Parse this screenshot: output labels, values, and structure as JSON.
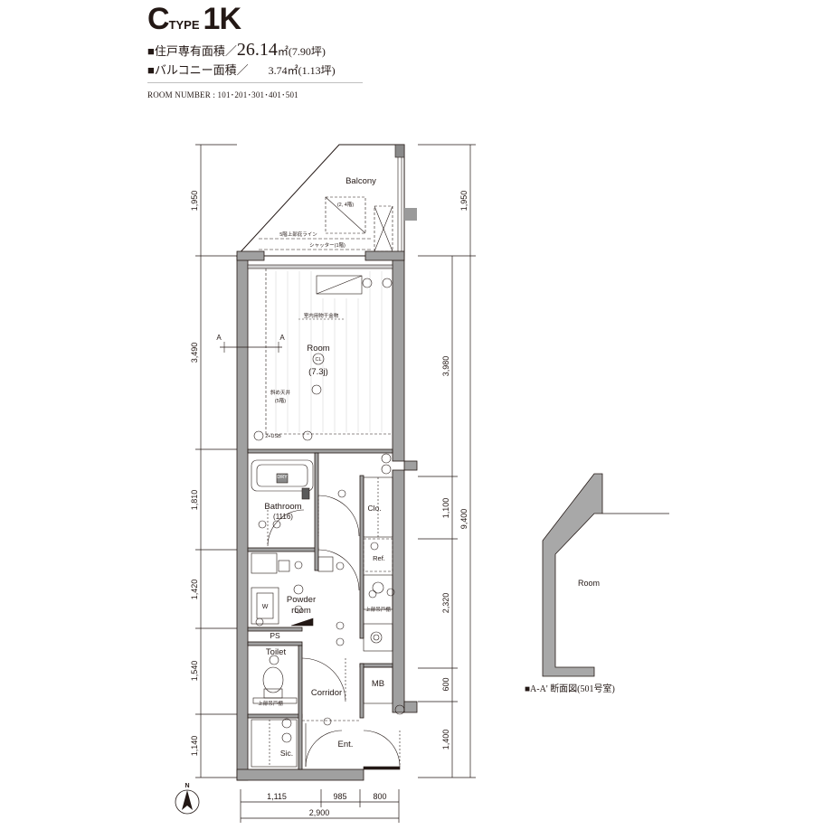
{
  "header": {
    "type_letter": "C",
    "type_word": "TYPE",
    "type_plan": "1K",
    "exclusive_area_label": "■住戸専有面積／",
    "exclusive_area_value": "26.14",
    "exclusive_area_unit": "㎡(7.90坪)",
    "balcony_area_label": "■バルコニー面積／",
    "balcony_area_value": "3.74㎡(1.13坪)",
    "room_number": "ROOM NUMBER : 101･201･301･401･501"
  },
  "plan": {
    "rooms": {
      "balcony": "Balcony",
      "room": "Room",
      "room_size": "(7.3j)",
      "bathroom": "Bathroom",
      "bathroom_size": "(1116)",
      "powder_room_line1": "Powder",
      "powder_room_line2": "room",
      "ps": "PS",
      "toilet": "Toilet",
      "corridor": "Corridor",
      "mb": "MB",
      "entrance": "Ent.",
      "closet": "Clo.",
      "refrigerator": "Ref.",
      "shoe_closet": "Sic.",
      "washer": "W"
    },
    "notes": {
      "floor_note": "(2, 4階)",
      "upper_eave_line": "5階上部庇ライン",
      "shutter": "シャッター(1階)",
      "indoor_hanger": "室内用物干金物",
      "sloped_ceiling_line1": "斜め天井",
      "sloped_ceiling_line2": "(5階)",
      "usb_outlet": "2+USB",
      "upper_cabinet_1": "上部吊戸棚",
      "upper_cabinet_2": "上部吊戸棚",
      "ceiling_light": "CL",
      "dry": "DRY",
      "section_mark": "A",
      "north_mark": "N"
    },
    "dimensions": {
      "left": [
        "1,950",
        "3,490",
        "1,810",
        "1,420",
        "1,540",
        "1,140"
      ],
      "right_outer": [
        "1,950"
      ],
      "right": [
        "3,980",
        "1,100",
        "2,320",
        "600",
        "1,400"
      ],
      "right_total": "9,400",
      "bottom": [
        "1,115",
        "985",
        "800"
      ],
      "bottom_total": "2,900"
    }
  },
  "section": {
    "room_label": "Room",
    "caption": "■A-A' 断面図(501号室)"
  }
}
